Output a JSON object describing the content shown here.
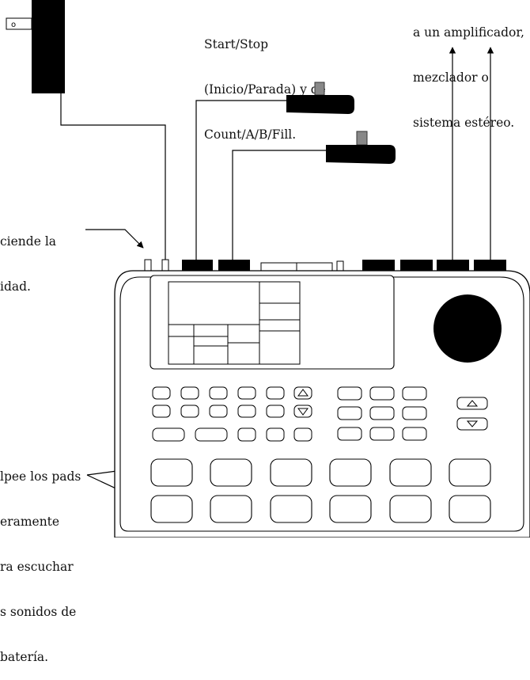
{
  "labels": {
    "footswitch_text": [
      "Start/Stop",
      "(Inicio/Parada) y de",
      "Count/A/B/Fill."
    ],
    "output_text": [
      "a un amplificador,",
      "mezclador o",
      "sistema estéreo."
    ],
    "power_text": [
      "ciende la",
      "idad."
    ],
    "pads_text": [
      "lpee los pads",
      "eramente",
      "ra escuchar",
      "s sonidos de",
      "batería."
    ]
  },
  "adapter": {
    "plug_mark": "o"
  },
  "device": {
    "arrow_button_up_glyph": "▲",
    "arrow_button_down_glyph": "▼"
  }
}
